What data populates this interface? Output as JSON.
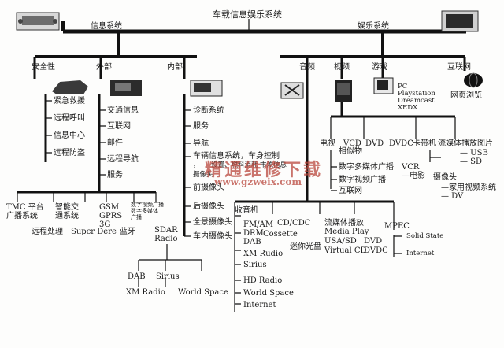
{
  "title": "车载信息娱乐系统",
  "info_system": {
    "label": "信息系统",
    "safety": {
      "label": "安全性",
      "items": [
        "紧急救援",
        "远程呼叫",
        "信息中心",
        "远程防盗"
      ]
    },
    "external": {
      "label": "外部",
      "items": [
        "交通信息",
        "互联网",
        "邮件",
        "远程导航",
        "服务"
      ]
    },
    "internal": {
      "label": "内部",
      "items": [
        "诊断系统",
        "服务",
        "导航",
        "车辆信息系统，车身控制",
        "前摄像头",
        "后摄像头",
        "全景摄像头",
        "车内摄像头"
      ],
      "partial_lines": [
        "，",
        "设置、燃料消耗",
        "市流信息",
        "摄像头"
      ]
    },
    "comm": {
      "tmc": "TMC 平台\n广播系统",
      "remote": "远程处理",
      "its": "智能交\n通系统",
      "super": "Supcr Dere",
      "gsm": "GSM\nGPRS\n3G",
      "bt": "蓝牙",
      "dm": "数字视频广播\n数字多媒体\n广播",
      "sdar": "SDAR\nRadio",
      "sdar_items": [
        "DAB",
        "Sirius",
        "XM Radio",
        "World Space"
      ]
    }
  },
  "entertainment": {
    "label": "娱乐系统",
    "audio": {
      "label": "音频",
      "radio": {
        "label": "收音机",
        "items": [
          "FM/AM",
          "DRM",
          "DAB",
          "XM Rudio",
          "Sirius",
          "HD Radio",
          "World Space",
          "Internet"
        ]
      },
      "cassette": "Cossette",
      "cdcdc": "CD/CDC",
      "mini": "迷你光盘",
      "stream": "流媒体播放",
      "media_play": "Media Play",
      "usasd": "USA/SD",
      "virtualcd": "Virtual CD",
      "dvd": "DVD",
      "dvdc": "DVDC",
      "mpec": "MPEC",
      "solid": "Solid State",
      "internet": "Internet"
    },
    "video": {
      "label": "视频",
      "tv": "电视",
      "vcd": "VCD",
      "xiangsi": "相似物",
      "items": [
        "数字多媒体广播",
        "数字视频广播",
        "互联网"
      ],
      "dvd": "DVD",
      "dvdc": "DVDC",
      "card": "卡带机",
      "vcr": "VCR\n—电影",
      "streaming": "流媒体播放图片",
      "usb": "— USB",
      "sd": "— SD",
      "camera": "摄像头",
      "family": "—家用视频系统",
      "dv": "— DV"
    },
    "games": {
      "label": "游戏",
      "items": [
        "PC",
        "Playstation",
        "Dreamcast",
        "XEDX"
      ]
    },
    "internet": {
      "label": "互联网",
      "browse": "网页浏览"
    }
  },
  "watermark": {
    "cn": "精通维修下载",
    "url": "www.gzweix.com"
  }
}
